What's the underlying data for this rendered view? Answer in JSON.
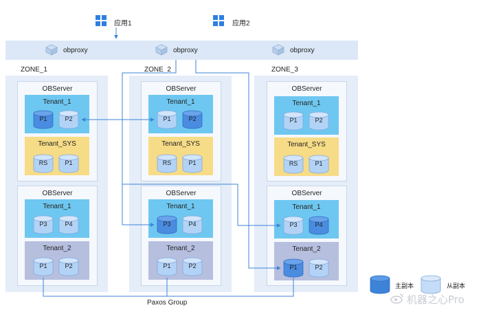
{
  "apps": [
    {
      "label": "应用1"
    },
    {
      "label": "应用2"
    }
  ],
  "proxies": [
    {
      "label": "obproxy"
    },
    {
      "label": "obproxy"
    },
    {
      "label": "obproxy"
    }
  ],
  "zones": [
    {
      "label": "ZONE_1"
    },
    {
      "label": "ZONE_2"
    },
    {
      "label": "ZONE_3"
    }
  ],
  "observer_label": "OBServer",
  "tenants": {
    "tenant_1": "Tenant_1",
    "tenant_sys": "Tenant_SYS",
    "tenant_2": "Tenant_2"
  },
  "replicas": {
    "p1": "P1",
    "p2": "P2",
    "p3": "P3",
    "p4": "P4",
    "rs": "RS"
  },
  "paxos_group": "Paxos Group",
  "legend": {
    "leader": "主副本",
    "follower": "从副本"
  },
  "watermark": "机器之心Pro",
  "colors": {
    "leader_replica": "#4a8ce0",
    "follower_replica": "#b3d3f6",
    "tenant_1": "#6ec7f0",
    "tenant_sys": "#f7dc87",
    "tenant_2": "#b7bfdf",
    "connector": "#3d83d8"
  }
}
